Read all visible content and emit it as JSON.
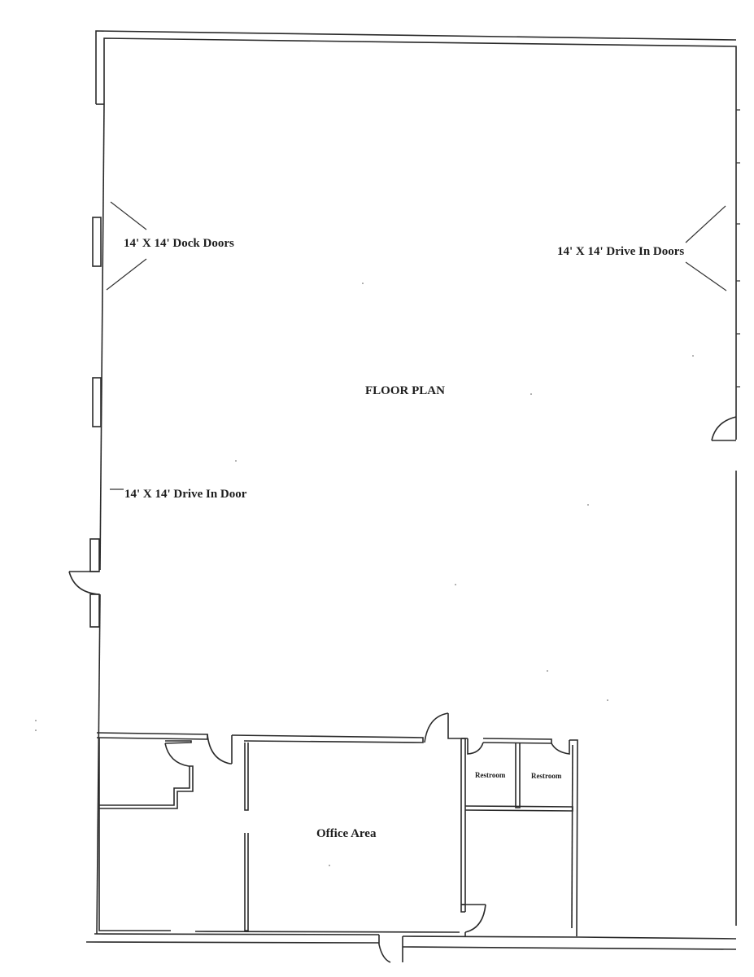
{
  "plan": {
    "title": "FLOOR PLAN",
    "labels": {
      "dock_doors": "14' X 14' Dock Doors",
      "drive_in_doors_right": "14' X 14' Drive  In Doors",
      "drive_in_door_left": "14' X 14' Drive In Door",
      "office_area": "Office Area",
      "restroom_1": "Restroom",
      "restroom_2": "Restroom"
    }
  }
}
